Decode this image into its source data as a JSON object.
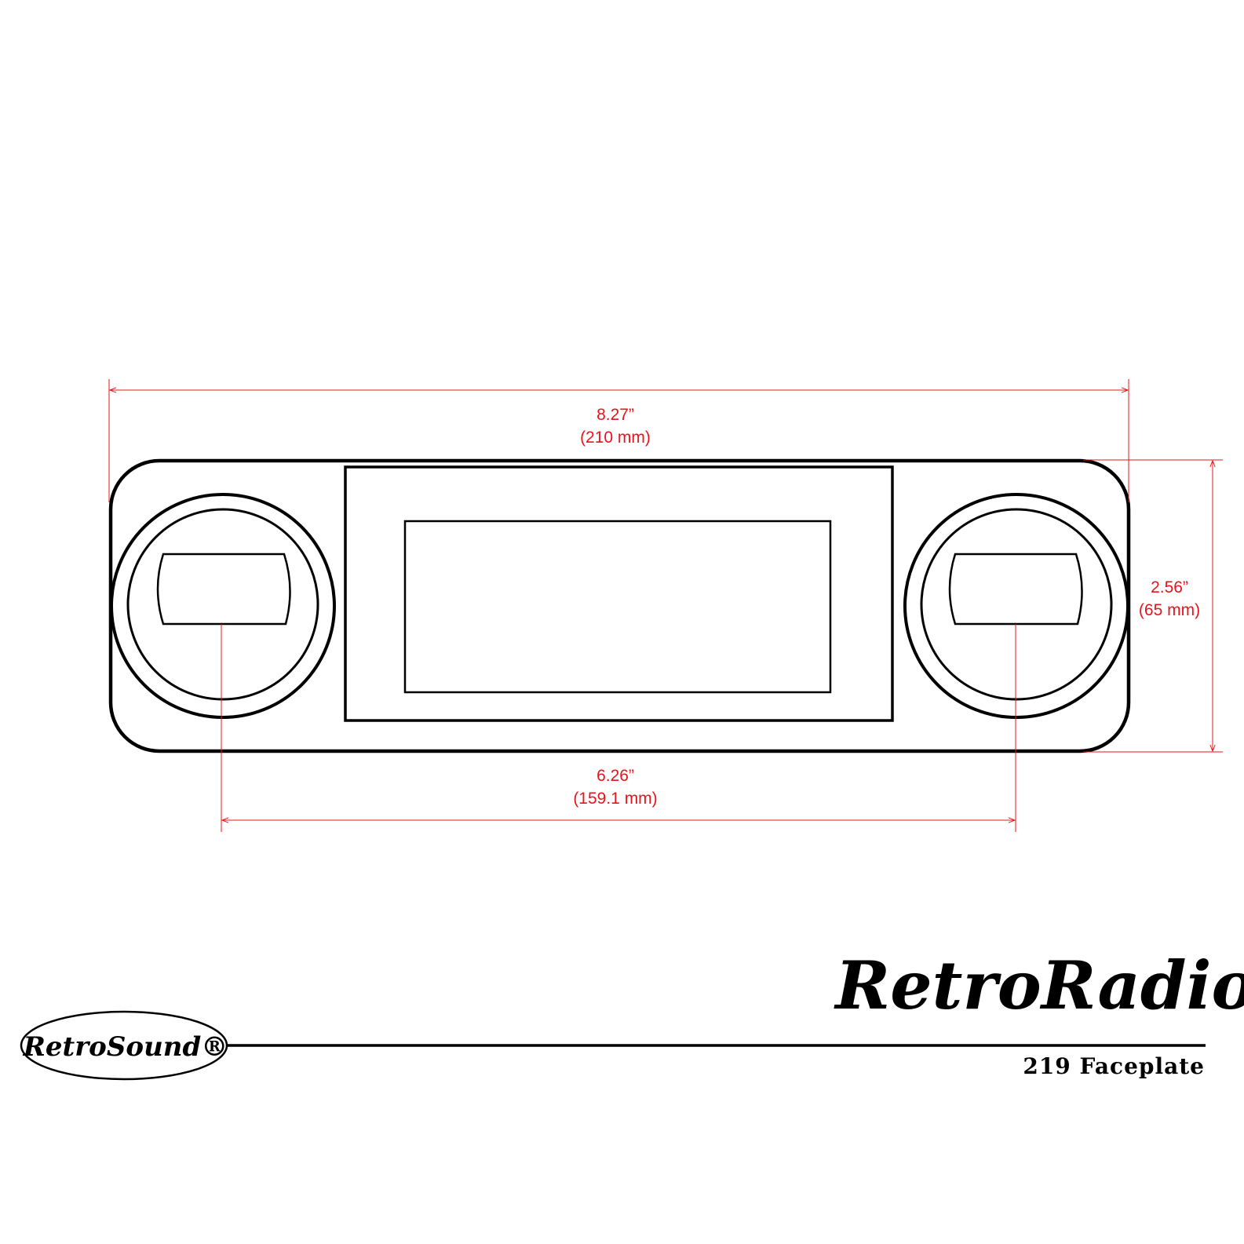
{
  "dimensions": {
    "width": {
      "inches": "8.27”",
      "mm": "(210 mm)"
    },
    "height": {
      "inches": "2.56”",
      "mm": "(65 mm)"
    },
    "knob_spacing": {
      "inches": "6.26”",
      "mm": "(159.1 mm)"
    }
  },
  "branding": {
    "retrosound_logo": "RetroSound®",
    "retroradio_logo": "RetroRadio",
    "product_title": "219 Faceplate"
  },
  "colors": {
    "dimension": "#e8141b",
    "outline": "#000000"
  }
}
